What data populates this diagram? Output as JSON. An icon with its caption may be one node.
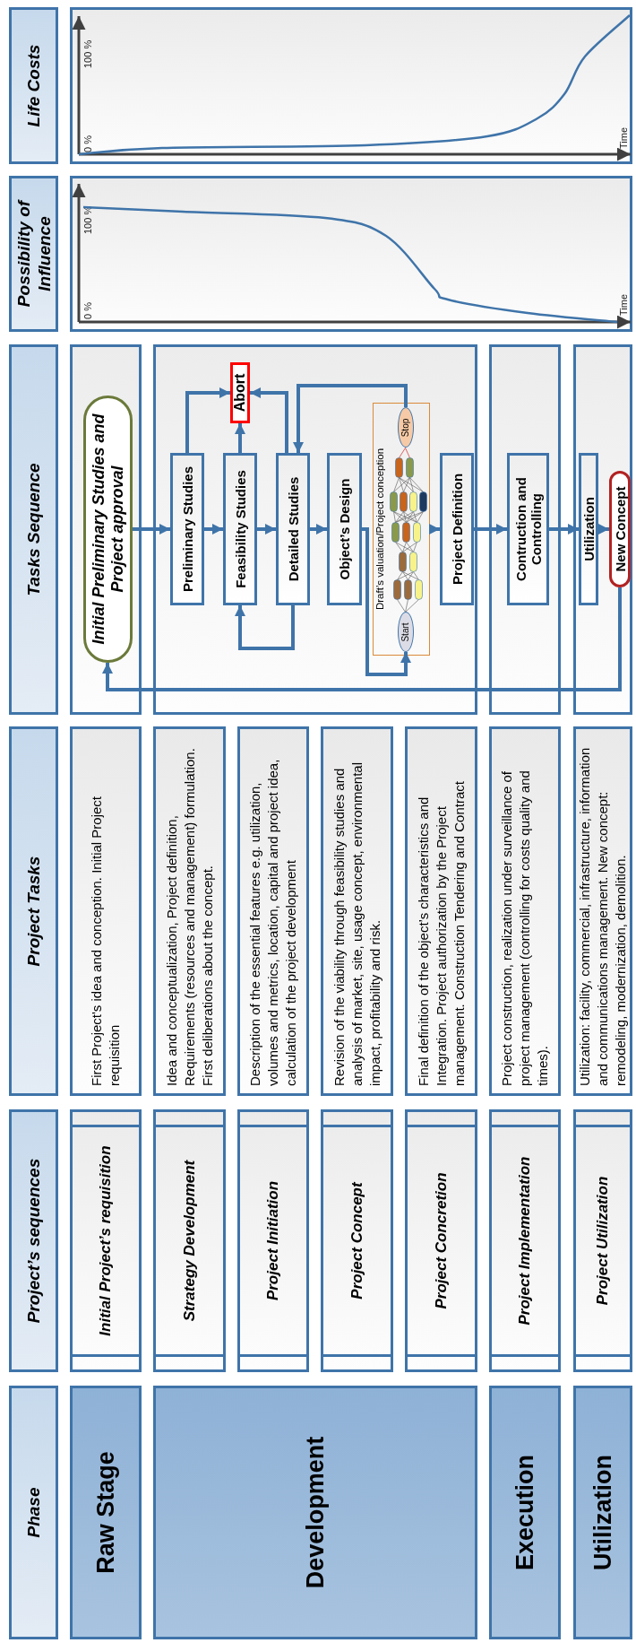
{
  "diagram": {
    "nodes": [
      {
        "text": [
          "Phase"
        ]
      },
      {
        "text": [
          "Raw Stage"
        ]
      },
      {
        "text": [
          "Development"
        ]
      },
      {
        "text": [
          "Execution"
        ]
      },
      {
        "text": [
          "Utilization"
        ]
      },
      {
        "text": [
          "Project’s sequences"
        ]
      },
      {
        "text": [
          "Initial Project’s requisition"
        ]
      },
      {
        "text": [
          "Strategy Development"
        ]
      },
      {
        "text": [
          "Project Initiation"
        ]
      },
      {
        "text": [
          "Project Concept"
        ]
      },
      {
        "text": [
          "Project Concretion"
        ]
      },
      {
        "text": [
          "Project Implementation"
        ]
      },
      {
        "text": [
          "Project Utilization"
        ]
      },
      {
        "text": [
          "Project Tasks"
        ]
      },
      {
        "text": [
          "First Project's idea and conception. Initial Project requisition"
        ]
      },
      {
        "text": [
          "Idea and conceptualization, Project definition, Requirements (resources and management) formulation. First deliberations about the concept."
        ]
      },
      {
        "text": [
          "Description of the essential features e.g. utilization, volumes and metrics, location, capital and project idea, calculation of the project development"
        ]
      },
      {
        "text": [
          "Revision of the viability through feasibility studies and analysis of market, site, usage concept, environmental impact, profitability and risk."
        ]
      },
      {
        "text": [
          "Final definition of the object’s characteristics and Integration. Project authorization by the Project management. Construction Tendering and Contract"
        ]
      },
      {
        "text": [
          "Project construction, realization under surveillance of project management (controlling for costs quality and times)."
        ]
      },
      {
        "text": [
          "Utilization: facility, commercial, infrastructure, information and communications management. New concept: remodeling, modernization, demolition."
        ]
      },
      {
        "text": [
          "Tasks Sequence"
        ]
      },
      {
        "text": [],
        "shape": "box"
      },
      {
        "text": [],
        "shape": "box"
      },
      {
        "text": [],
        "shape": "box"
      },
      {
        "text": [],
        "shape": "box"
      },
      {
        "text": [
          "Initial Preliminary Studies and Project approval"
        ],
        "in": 22
      },
      {
        "text": [
          "Preliminary Studies"
        ],
        "in": 23
      },
      {
        "text": [
          "Feasibility Studies"
        ],
        "in": 23
      },
      {
        "text": [
          "Detailed Studies"
        ],
        "in": 23
      },
      {
        "text": [
          "Abort"
        ],
        "in": 23
      },
      {
        "text": [
          "Object’s Design"
        ],
        "in": 23
      },
      {
        "text": [
          "Draft’s valuation/Project conception"
        ],
        "in": 23
      },
      {
        "text": [
          "Start"
        ],
        "in": 32
      },
      {
        "text": [
          "Stop"
        ],
        "in": 32
      },
      {
        "text": [
          "Project Definition"
        ],
        "in": 23
      },
      {
        "text": [
          "Contruction and Controlling"
        ],
        "in": 24
      },
      {
        "text": [
          "Utilization"
        ],
        "in": 25
      },
      {
        "text": [
          "New Concept"
        ],
        "in": 25
      },
      {
        "text": [
          "Possibility of Influence"
        ]
      },
      {
        "text": [
          "100 %",
          "0 %",
          "Time"
        ]
      },
      {
        "text": [
          "Life Costs"
        ]
      },
      {
        "text": [
          "100 %",
          "0 %",
          "Time"
        ]
      }
    ],
    "edges": [
      {
        "from": 26,
        "to": 27,
        "arrow": "to"
      },
      {
        "from": 27,
        "to": 28,
        "arrow": "to"
      },
      {
        "from": 28,
        "to": 29,
        "arrow": "to"
      },
      {
        "from": 29,
        "to": 31,
        "arrow": "to"
      },
      {
        "from": 27,
        "to": 30,
        "arrow": "to"
      },
      {
        "from": 28,
        "to": 30,
        "arrow": "to"
      },
      {
        "from": 29,
        "to": 30,
        "arrow": "to"
      },
      {
        "from": 29,
        "to": 28,
        "arrow": "to"
      },
      {
        "from": 34,
        "to": 29,
        "arrow": "to"
      },
      {
        "from": 31,
        "to": 33,
        "arrow": "to"
      },
      {
        "from": 32,
        "to": 35,
        "arrow": "to"
      },
      {
        "from": 35,
        "to": 36,
        "arrow": "to"
      },
      {
        "from": 36,
        "to": 37,
        "arrow": "to"
      },
      {
        "from": 37,
        "to": 38,
        "arrow": "to"
      },
      {
        "from": 38,
        "to": 26,
        "arrow": "to"
      }
    ]
  }
}
